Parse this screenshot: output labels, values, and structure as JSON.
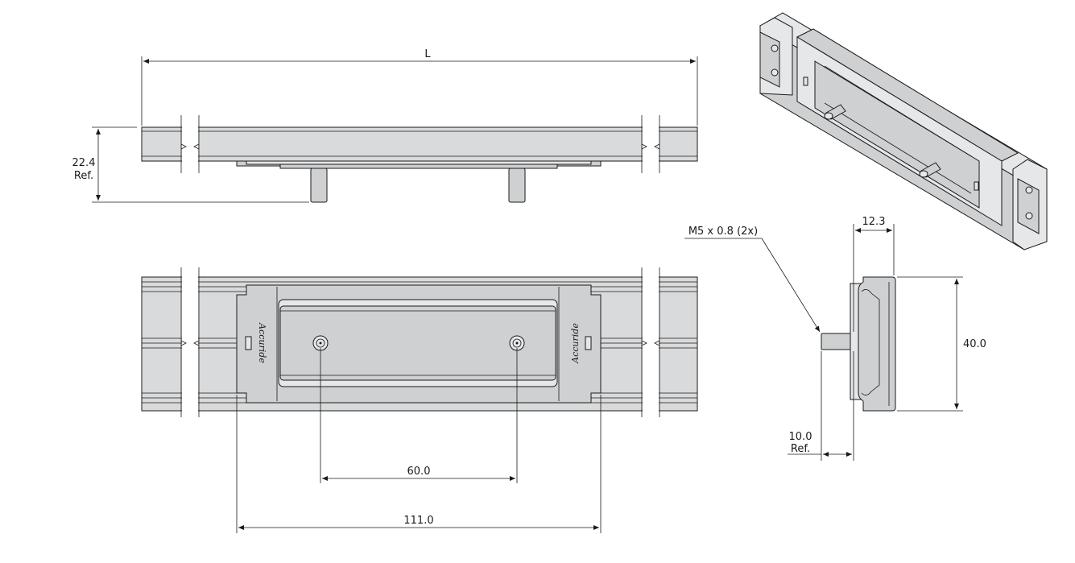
{
  "dimensions": {
    "length": "L",
    "height": "22.4",
    "height_ref": "Ref.",
    "hole_spacing": "60.0",
    "carriage_length": "111.0",
    "carriage_width": "40.0",
    "carriage_depth": "12.3",
    "pin_length": "10.0",
    "pin_ref": "Ref.",
    "thread_callout": "M5 x 0.8 (2x)"
  },
  "branding": {
    "logo_text": "Accuride"
  },
  "colors": {
    "line": "#1a1a1a",
    "part_fill": "#cfd0d1",
    "rail_fill": "#d9dadb"
  }
}
